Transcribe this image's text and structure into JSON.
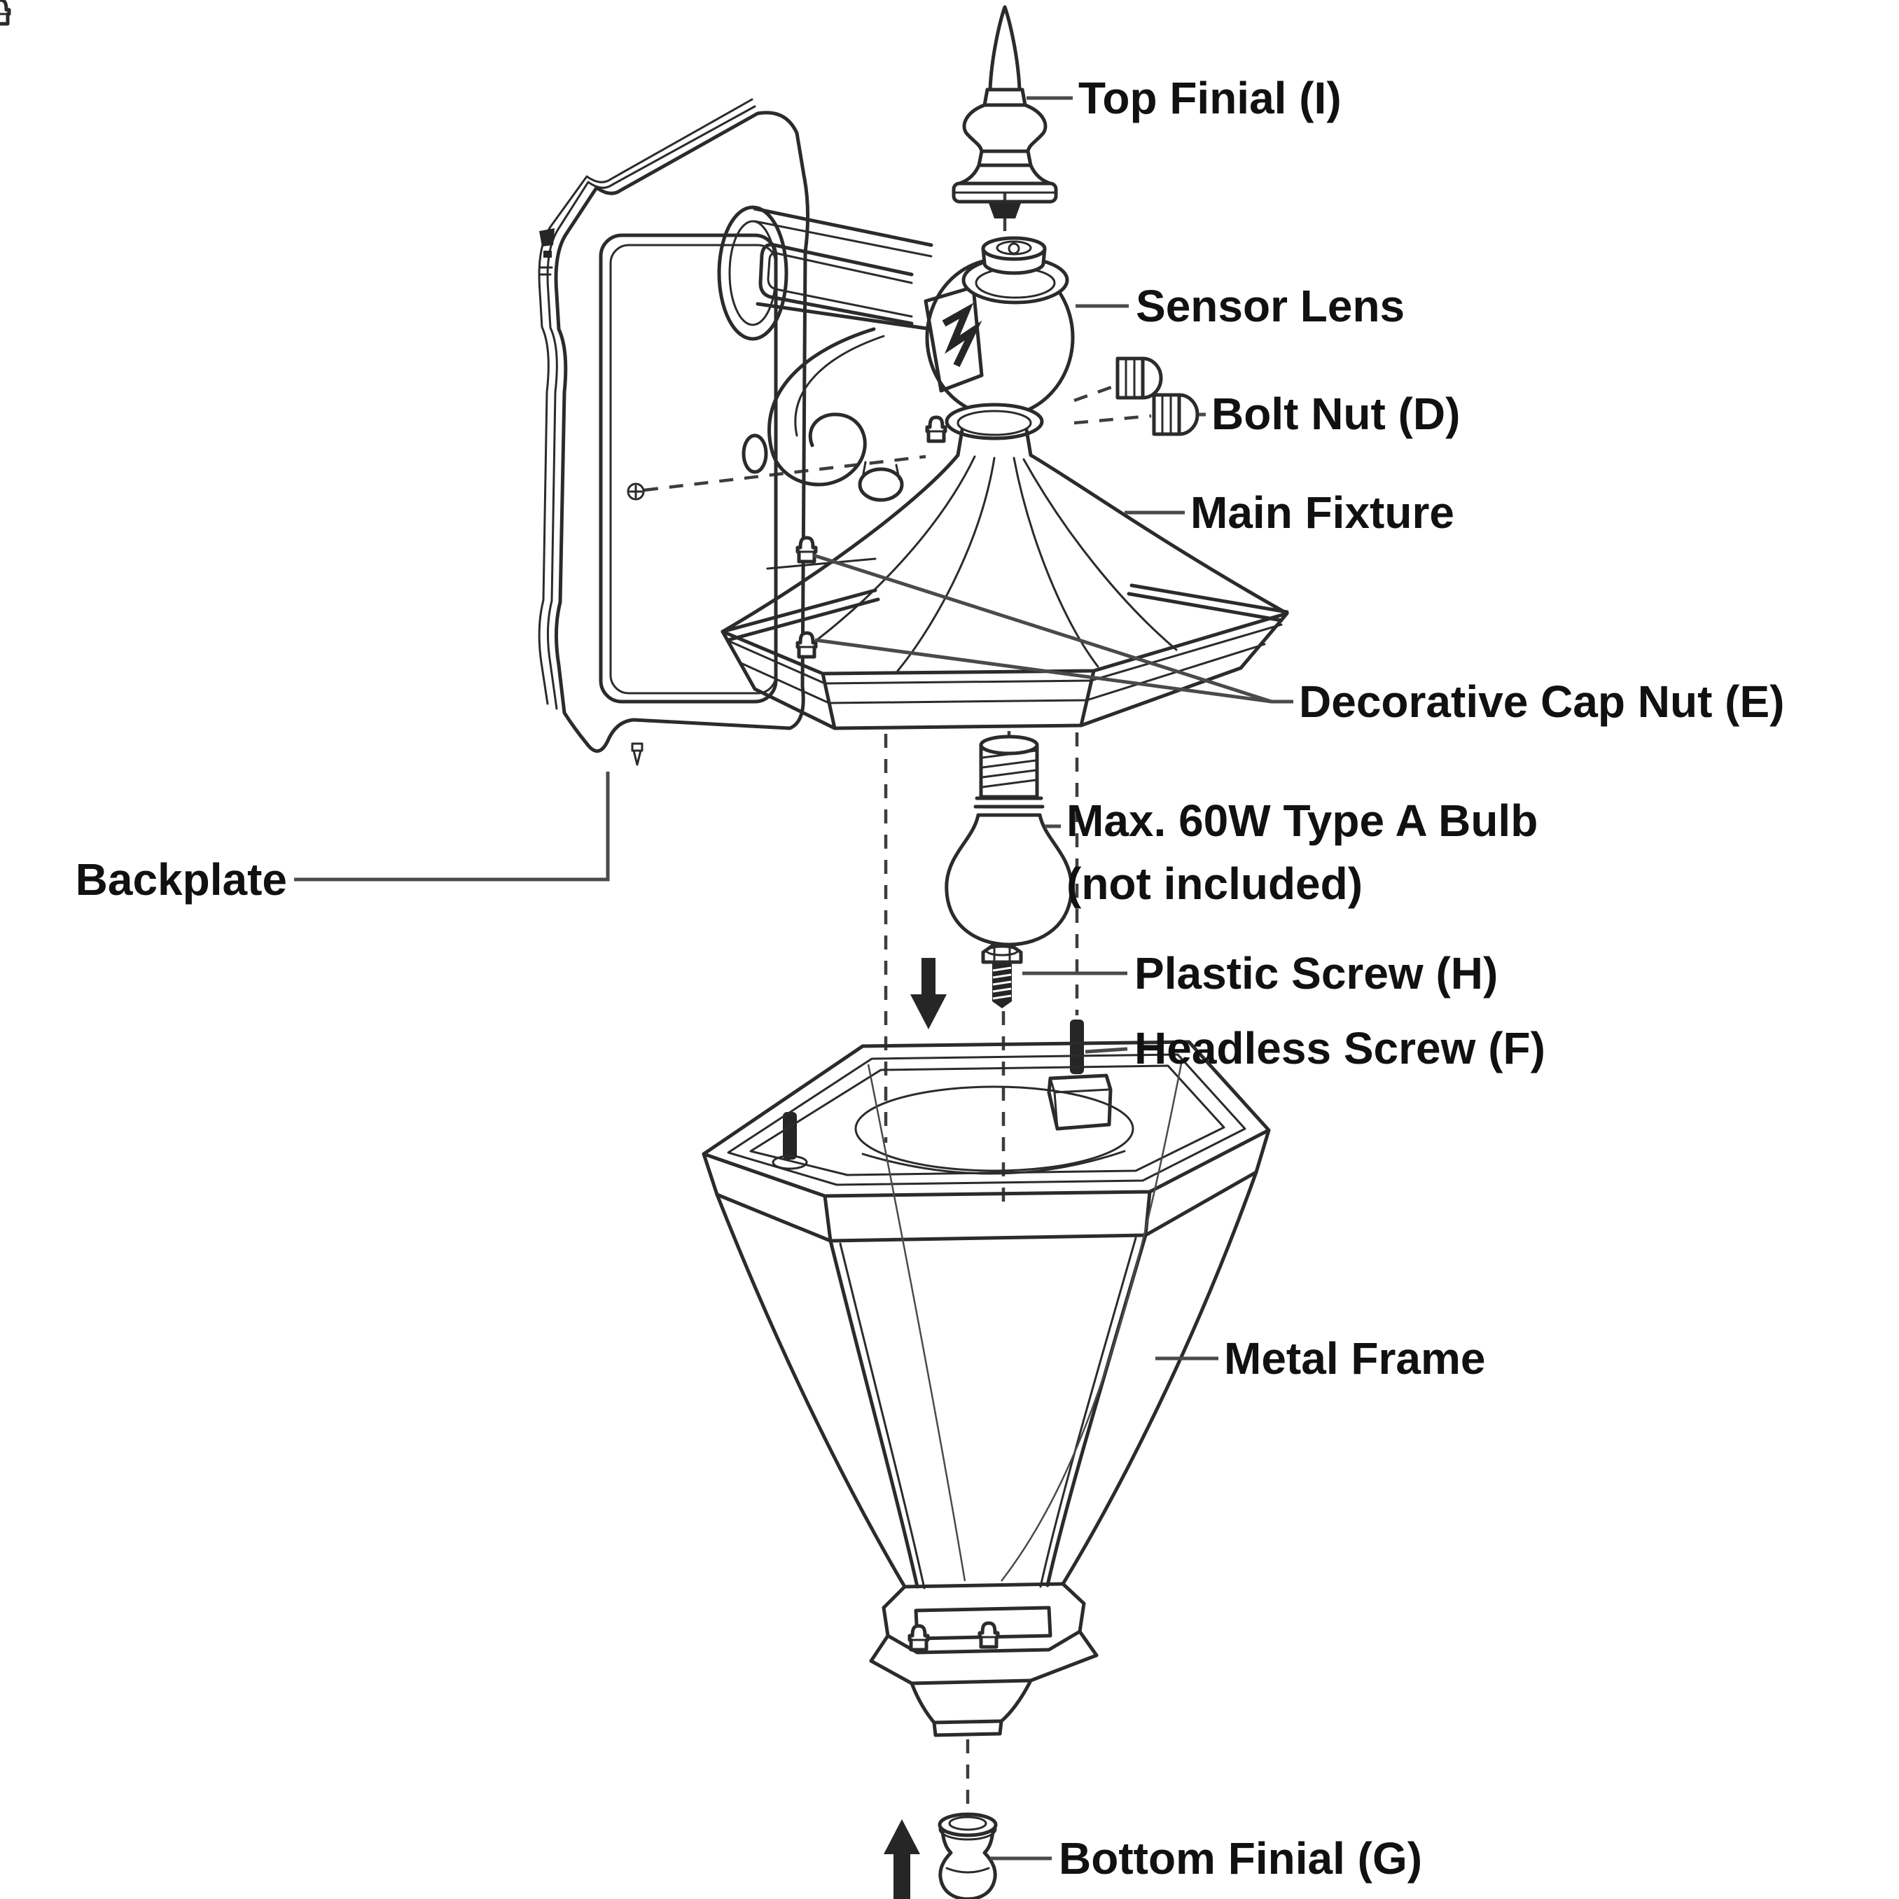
{
  "diagram": {
    "type": "exploded-parts-diagram",
    "subject": "outdoor wall lantern light fixture assembly",
    "background_color": "#ffffff",
    "colors": {
      "line": "#2b2b2b",
      "label_text": "#111111",
      "leader_line": "#4a4a4a",
      "dark_fill": "#262626"
    },
    "labels": {
      "top_finial": "Top Finial (I)",
      "sensor_lens": "Sensor Lens",
      "bolt_nut": "Bolt Nut (D)",
      "main_fixture": "Main Fixture",
      "decorative_cap_nut": "Decorative Cap Nut (E)",
      "bulb_line1": "Max. 60W Type A Bulb",
      "bulb_line2": "(not included)",
      "plastic_screw": "Plastic Screw (H)",
      "headless_screw": "Headless Screw (F)",
      "backplate": "Backplate",
      "metal_frame": "Metal Frame",
      "bottom_finial": "Bottom Finial (G)"
    },
    "icons": [
      "insert-direction-down-arrow-icon",
      "insert-direction-up-arrow-icon"
    ]
  }
}
